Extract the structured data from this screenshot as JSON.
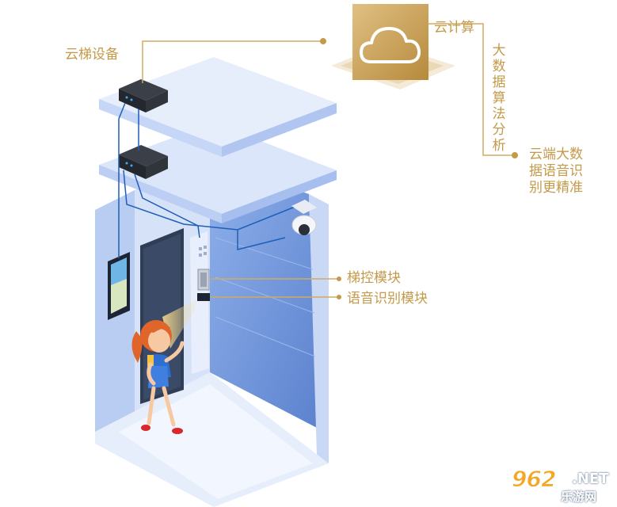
{
  "labels": {
    "cloud_device": "云梯设备",
    "cloud_compute": "云计算",
    "big_data": "大数据算法分析",
    "cloud_voice": "云端大数据语音识别更精准",
    "lift_control": "梯控模块",
    "voice_module": "语音识别模块"
  },
  "watermark": {
    "number": "962",
    "net": ".NET",
    "sub": "乐游网"
  },
  "colors": {
    "accent": "#c49a4a",
    "line_blue": "#1f5fb8",
    "floor_light": "#dbe6fb",
    "floor_mid": "#c3d4f5",
    "wall": "#a9c1ee",
    "wall_dark": "#6f93d8"
  }
}
